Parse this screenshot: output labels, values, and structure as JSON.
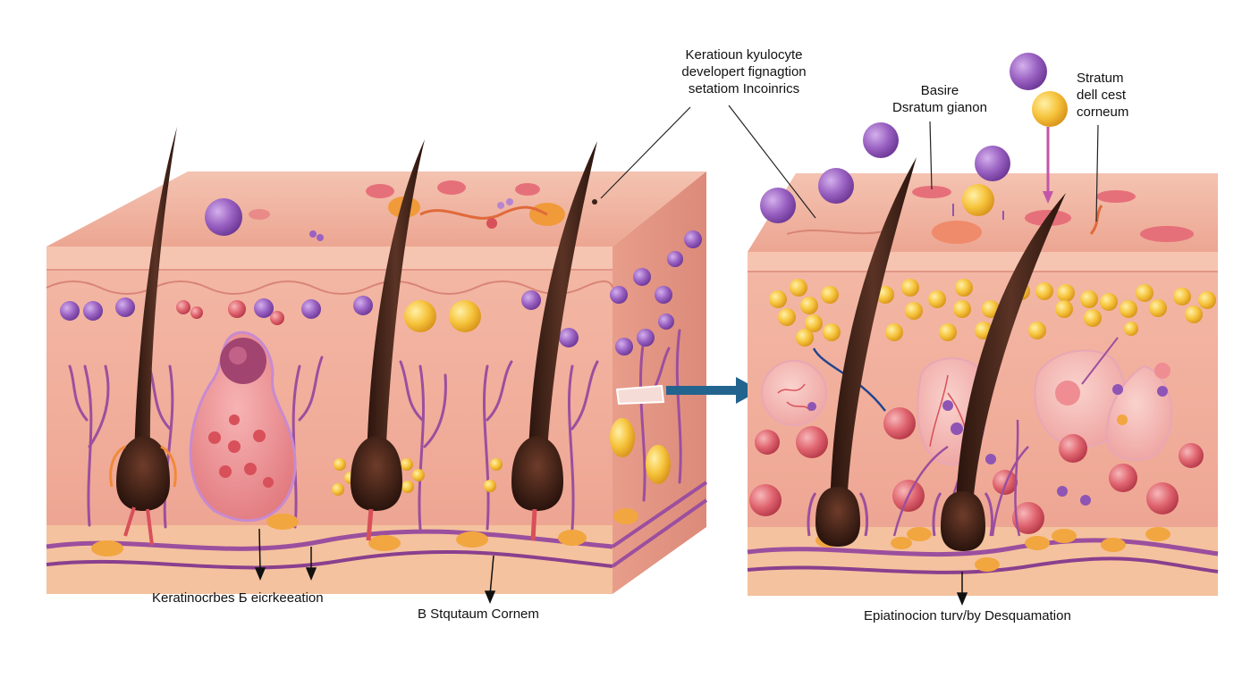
{
  "labels": {
    "top_center": [
      "Keratioun kyulocyte",
      "developert fignagtion",
      "setatiom Incoinrics"
    ],
    "top_middle": [
      "Basire",
      "Dsratum gianon"
    ],
    "top_right": [
      "Stratum",
      "dell cest",
      "corneum"
    ],
    "bottom_left": "Keratinocrbes Б eicrkeeation",
    "bottom_center": "B Stqutaum Cornem",
    "bottom_right": "Epiatinocion turv/by Desquamation"
  },
  "colors": {
    "skin_top": "#f2b3a1",
    "skin_side": "#eaa08f",
    "skin_front": "#f0b0a0",
    "dermis_band": "#f6c9a8",
    "vessel": "#9b4f9e",
    "hair": "#3b2218",
    "purple_cell": "#8e55b5",
    "yellow_cell": "#f3c33a",
    "red_cell": "#d8505a",
    "arrow": "#22648e"
  },
  "icons": {
    "transition_arrow": "right-arrow-icon",
    "pointer": "down-arrow-icon"
  }
}
